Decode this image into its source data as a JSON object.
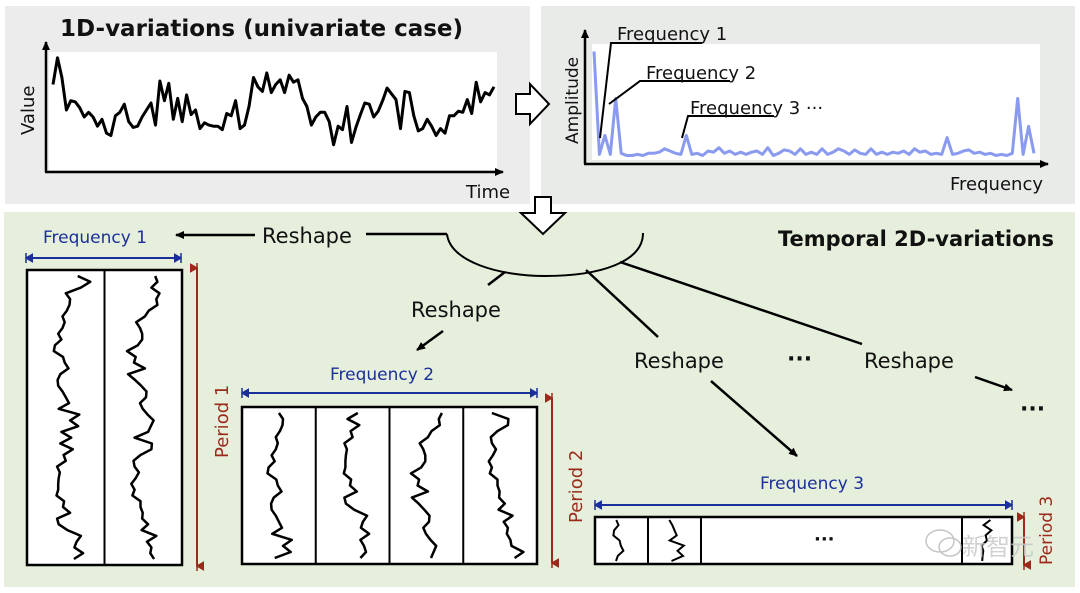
{
  "top_left": {
    "title": "1D-variations (univariate case)",
    "y_axis_label": "Value",
    "x_axis_label": "Time",
    "series_color": "#000000"
  },
  "top_right": {
    "y_axis_label": "Amplitude",
    "x_axis_label": "Frequency",
    "series_color": "#8a9bef",
    "annotations": [
      "Frequency 1",
      "Frequency 2",
      "Frequency 3 ···"
    ]
  },
  "bottom": {
    "title": "Temporal 2D-variations",
    "reshape_labels": [
      "Reshape",
      "Reshape",
      "Reshape",
      "Reshape"
    ],
    "ellipsis_middle": "···",
    "ellipsis_right": "···",
    "ellipsis_in_grid": "···",
    "grids": [
      {
        "frequency_label": "Frequency 1",
        "period_label": "Period 1",
        "columns": 2
      },
      {
        "frequency_label": "Frequency 2",
        "period_label": "Period 2",
        "columns": 4
      },
      {
        "frequency_label": "Frequency 3",
        "period_label": "Period 3",
        "columns": "many"
      }
    ],
    "frequency_color": "#1a2f9a",
    "period_color": "#9b2a1a"
  },
  "watermark": "新智元",
  "chart_data": [
    {
      "type": "line",
      "title": "1D-variations (univariate case)",
      "xlabel": "Time",
      "ylabel": "Value",
      "values": [
        0.72,
        0.95,
        0.78,
        0.5,
        0.58,
        0.57,
        0.52,
        0.44,
        0.48,
        0.44,
        0.36,
        0.42,
        0.3,
        0.28,
        0.45,
        0.48,
        0.55,
        0.4,
        0.35,
        0.36,
        0.44,
        0.5,
        0.56,
        0.37,
        0.75,
        0.58,
        0.73,
        0.42,
        0.6,
        0.4,
        0.63,
        0.46,
        0.5,
        0.34,
        0.39,
        0.37,
        0.36,
        0.36,
        0.33,
        0.47,
        0.45,
        0.58,
        0.34,
        0.37,
        0.53,
        0.78,
        0.7,
        0.66,
        0.82,
        0.65,
        0.72,
        0.76,
        0.65,
        0.8,
        0.74,
        0.76,
        0.6,
        0.53,
        0.37,
        0.44,
        0.48,
        0.48,
        0.4,
        0.2,
        0.36,
        0.33,
        0.53,
        0.22,
        0.35,
        0.46,
        0.56,
        0.55,
        0.44,
        0.49,
        0.58,
        0.69,
        0.64,
        0.59,
        0.34,
        0.66,
        0.65,
        0.45,
        0.32,
        0.34,
        0.42,
        0.36,
        0.28,
        0.34,
        0.3,
        0.45,
        0.45,
        0.49,
        0.48,
        0.59,
        0.47,
        0.74,
        0.57,
        0.65,
        0.63,
        0.7
      ]
    },
    {
      "type": "line",
      "xlabel": "Frequency",
      "ylabel": "Amplitude",
      "values": [
        0.97,
        0.05,
        0.22,
        0.05,
        0.55,
        0.06,
        0.04,
        0.04,
        0.05,
        0.04,
        0.06,
        0.06,
        0.07,
        0.1,
        0.08,
        0.06,
        0.05,
        0.22,
        0.05,
        0.06,
        0.04,
        0.08,
        0.07,
        0.11,
        0.06,
        0.08,
        0.05,
        0.07,
        0.05,
        0.07,
        0.08,
        0.05,
        0.11,
        0.04,
        0.06,
        0.09,
        0.08,
        0.05,
        0.1,
        0.05,
        0.07,
        0.05,
        0.1,
        0.05,
        0.07,
        0.1,
        0.08,
        0.05,
        0.09,
        0.06,
        0.05,
        0.1,
        0.05,
        0.07,
        0.05,
        0.07,
        0.06,
        0.08,
        0.05,
        0.1,
        0.07,
        0.08,
        0.05,
        0.06,
        0.05,
        0.2,
        0.05,
        0.06,
        0.08,
        0.09,
        0.06,
        0.07,
        0.05,
        0.06,
        0.04,
        0.05,
        0.04,
        0.06,
        0.55,
        0.05,
        0.3,
        0.06
      ]
    }
  ]
}
